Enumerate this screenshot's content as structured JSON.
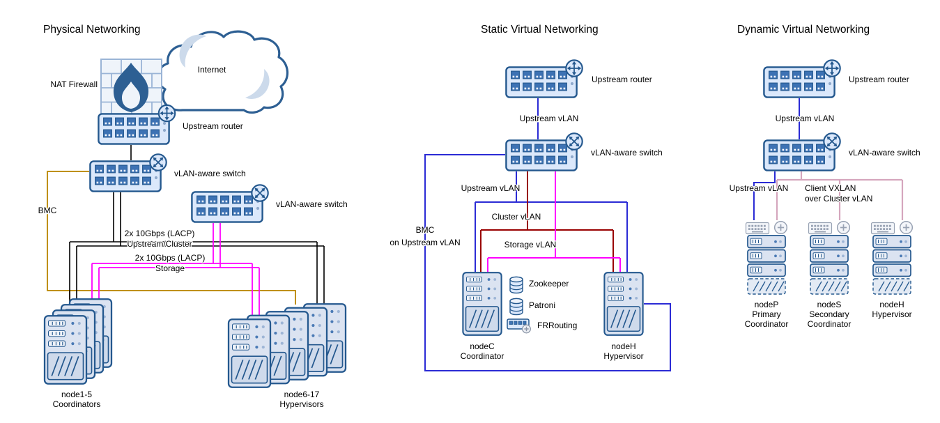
{
  "diagram": {
    "physical": {
      "title": "Physical Networking",
      "internet_label": "Internet",
      "nat_firewall_label": "NAT Firewall",
      "upstream_router_label": "Upstream router",
      "vlan_switch_upper_label": "vLAN-aware switch",
      "vlan_switch_lower_label": "vLAN-aware switch",
      "bmc_label": "BMC",
      "lacp_upstream_cluster": [
        "2x 10Gbps (LACP)",
        "Upstream/Cluster"
      ],
      "lacp_storage": [
        "2x 10Gbps (LACP)",
        "Storage"
      ],
      "coordinators_label": [
        "node1-5",
        "Coordinators"
      ],
      "hypervisors_label": [
        "node6-17",
        "Hypervisors"
      ]
    },
    "staticNet": {
      "title": "Static Virtual Networking",
      "upstream_router_label": "Upstream router",
      "upstream_vlan_link_label": "Upstream vLAN",
      "vlan_switch_label": "vLAN-aware switch",
      "bmc_label": [
        "BMC",
        "on Upstream vLAN"
      ],
      "upstream_vlan_label": "Upstream vLAN",
      "cluster_vlan_label": "Cluster vLAN",
      "storage_vlan_label": "Storage vLAN",
      "zookeeper_label": "Zookeeper",
      "patroni_label": "Patroni",
      "frrouting_label": "FRRouting",
      "nodec_label": [
        "nodeC",
        "Coordinator"
      ],
      "nodeh_label": [
        "nodeH",
        "Hypervisor"
      ]
    },
    "dynamicNet": {
      "title": "Dynamic Virtual Networking",
      "upstream_router_label": "Upstream router",
      "upstream_vlan_link_label": "Upstream vLAN",
      "vlan_switch_label": "vLAN-aware switch",
      "upstream_vlan_label": "Upstream vLAN",
      "client_vxlan_label": [
        "Client VXLAN",
        "over Cluster vLAN"
      ],
      "nodep_label": [
        "nodeP",
        "Primary",
        "Coordinator"
      ],
      "nodes_label": [
        "nodeS",
        "Secondary",
        "Coordinator"
      ],
      "nodeh_label": [
        "nodeH",
        "Hypervisor"
      ]
    }
  },
  "colors": {
    "canvas_bg": "#ffffff",
    "device_outline": "#24588e",
    "device_fill": "#dbe8fb",
    "line_black": "#000000",
    "line_gold": "#bf9000",
    "line_magenta": "#ff00ff",
    "line_red": "#990000",
    "line_blue": "#2b2bd5",
    "line_pink": "#d5a6bd"
  }
}
